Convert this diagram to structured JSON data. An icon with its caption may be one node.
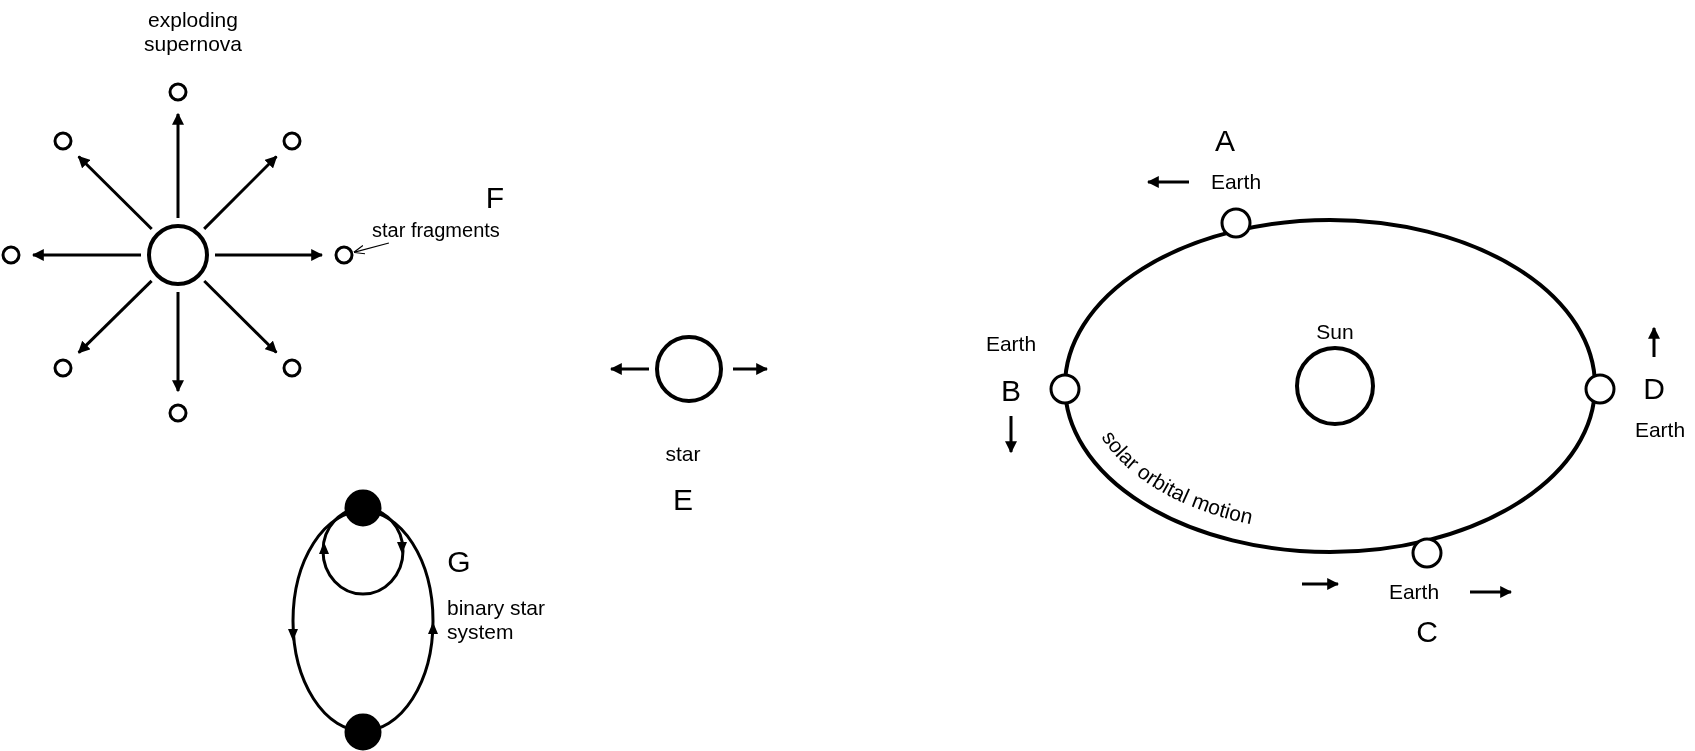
{
  "diagram": {
    "nodes": [
      {
        "text": [],
        "shape": "circle"
      },
      {
        "text": [],
        "shape": "circle"
      },
      {
        "text": [],
        "shape": "circle"
      },
      {
        "text": [],
        "shape": "circle"
      },
      {
        "text": [],
        "shape": "circle"
      },
      {
        "text": [],
        "shape": "circle"
      },
      {
        "text": [],
        "shape": "circle"
      },
      {
        "text": [],
        "shape": "circle"
      },
      {
        "text": [],
        "shape": "circle"
      },
      {
        "text": [
          "star fragments"
        ]
      },
      {
        "text": [],
        "shape": "circle",
        "beside": [
          "star",
          "E"
        ]
      },
      {
        "text": [],
        "shape": "circle"
      },
      {
        "text": [],
        "shape": "circle"
      },
      {
        "text": [],
        "shape": "circle",
        "beside": [
          "Sun"
        ]
      },
      {
        "text": [],
        "shape": "circle",
        "beside": [
          "Earth",
          "A"
        ]
      },
      {
        "text": [],
        "shape": "circle",
        "beside": [
          "Earth",
          "B"
        ]
      },
      {
        "text": [],
        "shape": "circle",
        "beside": [
          "D",
          "Earth"
        ]
      },
      {
        "text": [],
        "shape": "circle",
        "beside": [
          "Earth",
          "C"
        ]
      }
    ],
    "edges": [
      {
        "from": 0,
        "to": 1,
        "arrow": "to"
      },
      {
        "from": 0,
        "to": 2,
        "arrow": "to"
      },
      {
        "from": 0,
        "to": 3,
        "arrow": "to"
      },
      {
        "from": 0,
        "to": 4,
        "arrow": "to"
      },
      {
        "from": 0,
        "to": 5,
        "arrow": "to"
      },
      {
        "from": 0,
        "to": 6,
        "arrow": "to"
      },
      {
        "from": 0,
        "to": 7,
        "arrow": "to"
      },
      {
        "from": 0,
        "to": 8,
        "arrow": "to"
      },
      {
        "from": 9,
        "to": 5,
        "arrow": "to"
      }
    ],
    "labels": [
      "exploding supernova",
      "F",
      "G",
      "binary star system",
      "solar orbital motion"
    ]
  }
}
